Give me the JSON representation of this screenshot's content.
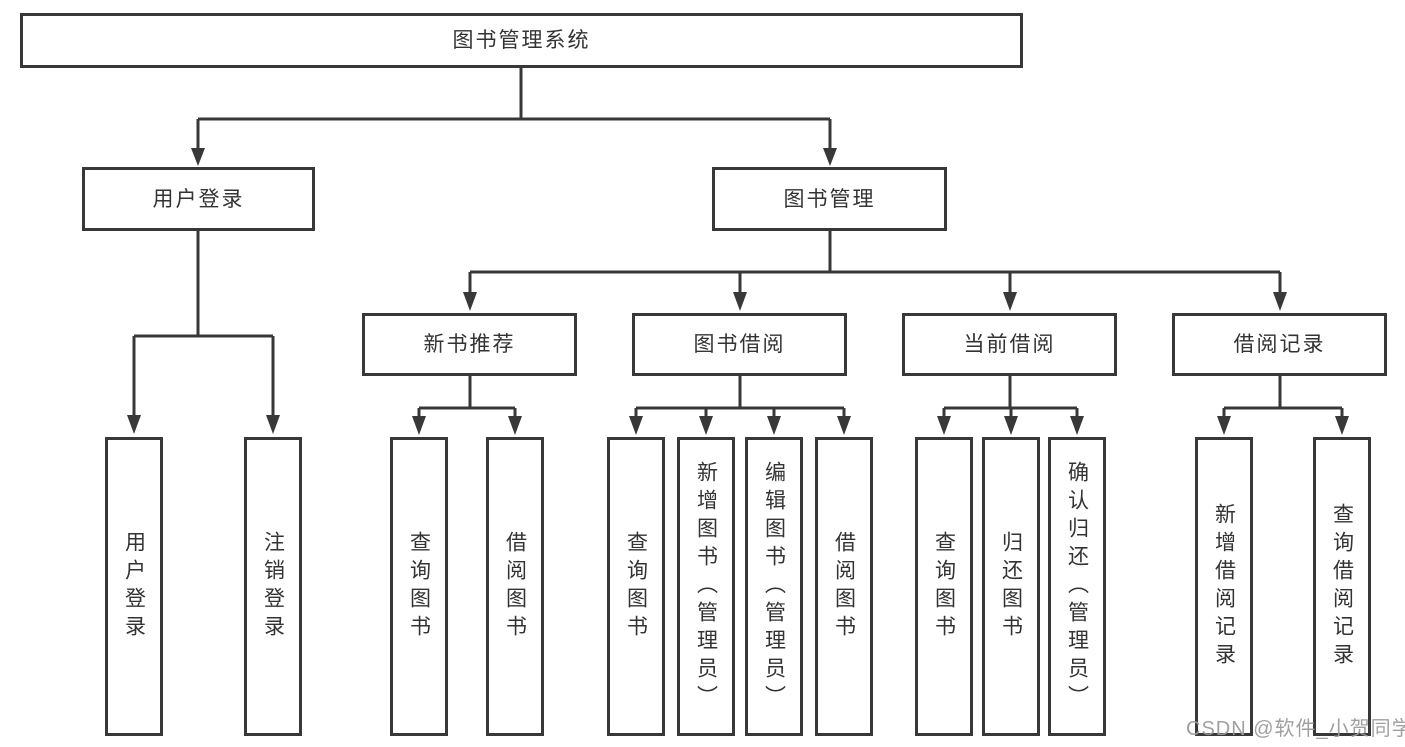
{
  "palette": {
    "line": "#383838",
    "box_border": "#383838",
    "box_fill": "#ffffff",
    "text": "#333333",
    "watermark": "#9b9b9b",
    "background": "#ffffff"
  },
  "watermark": {
    "text": "CSDN @软件_小贺同学"
  },
  "diagram": {
    "root": {
      "label": "图书管理系统"
    },
    "branches": {
      "user_login": {
        "label": "用户登录",
        "children": [
          {
            "label": "用户登录"
          },
          {
            "label": "注销登录"
          }
        ]
      },
      "book_management": {
        "label": "图书管理",
        "children": {
          "new_book": {
            "label": "新书推荐",
            "children": [
              {
                "label": "查询图书"
              },
              {
                "label": "借阅图书"
              }
            ]
          },
          "book_borrow": {
            "label": "图书借阅",
            "children": [
              {
                "label": "查询图书"
              },
              {
                "label": "新增图书（管理员）"
              },
              {
                "label": "编辑图书（管理员）"
              },
              {
                "label": "借阅图书"
              }
            ]
          },
          "current_borrow": {
            "label": "当前借阅",
            "children": [
              {
                "label": "查询图书"
              },
              {
                "label": "归还图书"
              },
              {
                "label": "确认归还（管理员）"
              }
            ]
          },
          "borrow_records": {
            "label": "借阅记录",
            "children": [
              {
                "label": "新增借阅记录"
              },
              {
                "label": "查询借阅记录"
              }
            ]
          }
        }
      }
    }
  }
}
